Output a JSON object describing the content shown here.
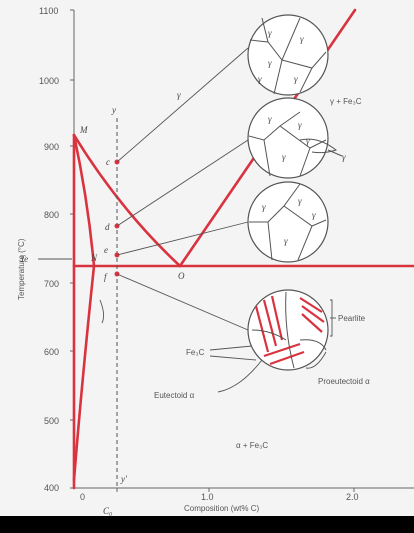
{
  "diagram": {
    "y_axis_label": "Temperature (°C)",
    "x_axis_label": "Composition (wt% C)",
    "y_ticks": [
      "1100",
      "1000",
      "900",
      "800",
      "700",
      "600",
      "500",
      "400"
    ],
    "x_ticks": [
      "0",
      "1.0",
      "2.0"
    ],
    "x_marker": "C₀",
    "te_label": "Te",
    "phase_labels": {
      "gamma": "γ",
      "gamma_fe3c": "γ + Fe₃C",
      "alpha_fe3c": "α + Fe₃C"
    },
    "points": {
      "M": "M",
      "N": "N",
      "O": "O",
      "c": "c",
      "d": "d",
      "e": "e",
      "f": "f",
      "y": "y",
      "y_prime": "y'"
    },
    "microstructure_labels": {
      "pearlite": "Pearlite",
      "fe3c": "Fe₃C",
      "proeutectoid": "Proeutectoid α",
      "eutectoid": "Eutectoid α"
    },
    "grain_label": "γ",
    "colors": {
      "background": "#f4f4f4",
      "phase_lines": "#d8333f",
      "axis": "#666666",
      "guide": "#555555"
    }
  }
}
